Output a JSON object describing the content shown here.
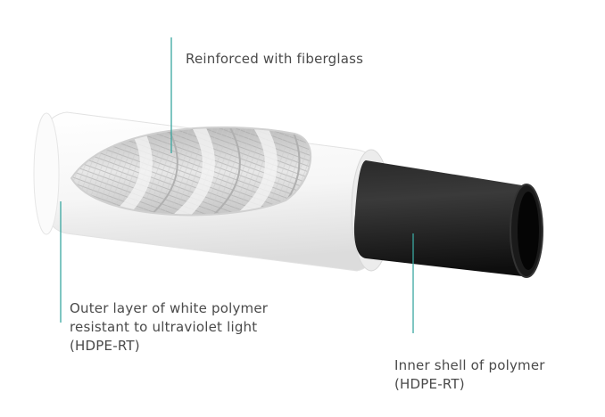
{
  "labels": {
    "reinforced": "Reinforced with fiberglass",
    "outer_layer": {
      "line1": "Outer layer of white polymer",
      "line2": "resistant to ultraviolet light",
      "line3": "(HDPE-RT)"
    },
    "inner_shell": {
      "line1": "Inner shell of polymer",
      "line2": "(HDPE-RT)"
    }
  },
  "colors": {
    "leader_line": "#3aa7a0",
    "text": "#4a4a4a",
    "outer_pipe": "#f4f4f4",
    "inner_pipe": "#1c1c1c"
  }
}
